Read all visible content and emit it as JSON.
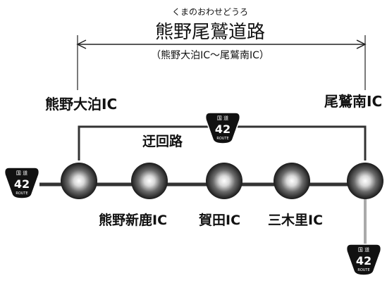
{
  "road": {
    "ruby": "くまのおわせどうろ",
    "name": "熊野尾鷲道路",
    "section": "（熊野大泊IC～尾鷲南IC）"
  },
  "endpoints": {
    "left_label": "熊野大泊IC",
    "right_label": "尾鷲南IC"
  },
  "detour": {
    "label": "迂回路"
  },
  "stations": [
    {
      "label": "熊野大泊IC",
      "shown_below": false
    },
    {
      "label": "熊野新鹿IC",
      "shown_below": true
    },
    {
      "label": "賀田IC",
      "shown_below": true
    },
    {
      "label": "三木里IC",
      "shown_below": true
    },
    {
      "label": "尾鷲南IC",
      "shown_below": false
    }
  ],
  "route_shield": {
    "number": "42",
    "top_text": "国 道",
    "bottom_text": "ROUTE"
  },
  "colors": {
    "main_line": "#333333",
    "branch_line": "#aaaaaa",
    "shield_fill": "#111111"
  }
}
